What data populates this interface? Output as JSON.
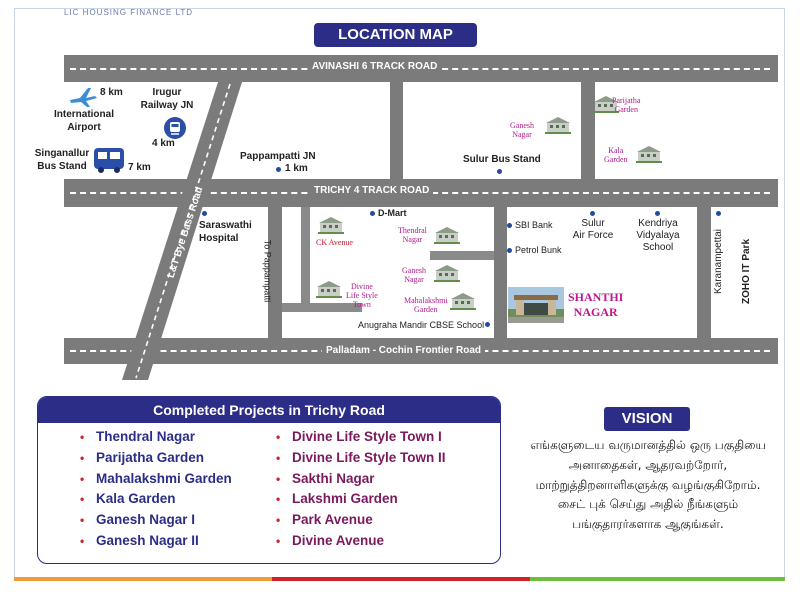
{
  "header": {
    "top_text": "LIC HOUSING FINANCE LTD",
    "title": "LOCATION MAP"
  },
  "roads": {
    "avinashi": "AVINASHI 6 TRACK ROAD",
    "trichy": "TRICHY 4 TRACK ROAD",
    "palladam": "Palladam - Cochin Frontier Road",
    "bypass": "L&T Bye Bass Road",
    "pappampatti_road": "To Pappampatti",
    "karanampettai": "Karanampettai",
    "zoho": "ZOHO IT Park"
  },
  "places": {
    "airport_distance": "8 km",
    "airport": "International\nAirport",
    "railway": "Irugur\nRailway JN",
    "railway_distance": "4 km",
    "bus_stand": "Singanallur\nBus Stand",
    "bus_distance": "7 km",
    "pappampatti_jn": "Pappampatti JN",
    "pappampatti_distance": "1 km",
    "sulur_bus": "Sulur Bus Stand",
    "saraswathi": "Saraswathi\nHospital",
    "dmart": "D-Mart",
    "sbi": "SBI Bank",
    "petrol": "Petrol Bunk",
    "sulur_af": "Sulur\nAir Force",
    "kendriya": "Kendriya\nVidyalaya\nSchool",
    "anugraha": "Anugraha Mandir CBSE School"
  },
  "projects": {
    "parijatha": "Parijatha\nGarden",
    "ganesh_top": "Ganesh\nNagar",
    "kala": "Kala\nGarden",
    "ck_avenue": "CK Avenue",
    "thendral": "Thendral\nNagar",
    "ganesh_mid": "Ganesh\nNagar",
    "divine": "Divine\nLife Style\nTown",
    "mahalakshmi": "Mahalakshmi\nGarden",
    "shanthi": "SHANTHI\nNAGAR"
  },
  "completed": {
    "heading": "Completed Projects in Trichy Road",
    "col1": [
      "Thendral Nagar",
      "Parijatha Garden",
      "Mahalakshmi Garden",
      "Kala Garden",
      "Ganesh Nagar I",
      "Ganesh Nagar II"
    ],
    "col2": [
      "Divine Life Style Town I",
      "Divine Life Style Town II",
      "Sakthi Nagar",
      "Lakshmi Garden",
      "Park Avenue",
      "Divine Avenue"
    ],
    "bullet": "•"
  },
  "vision": {
    "title": "VISION",
    "lines": [
      "எங்களுடைய வருமானத்தில் ஒரு பகுதியை",
      "அனாதைகள், ஆதரவற்றோர்,",
      "மாற்றுத்திறனாளிகளுக்கு வழங்குகிறோம்.",
      "சைட் புக் செய்து அதில் நீங்களும்",
      "பங்குதாரர்களாக ஆகுங்கள்."
    ]
  },
  "colors": {
    "navy": "#2b2d86",
    "road": "#7b7b7b",
    "magenta": "#b0188c",
    "strip": [
      "#f29a3a",
      "#d4202c",
      "#6bbf3a"
    ]
  }
}
